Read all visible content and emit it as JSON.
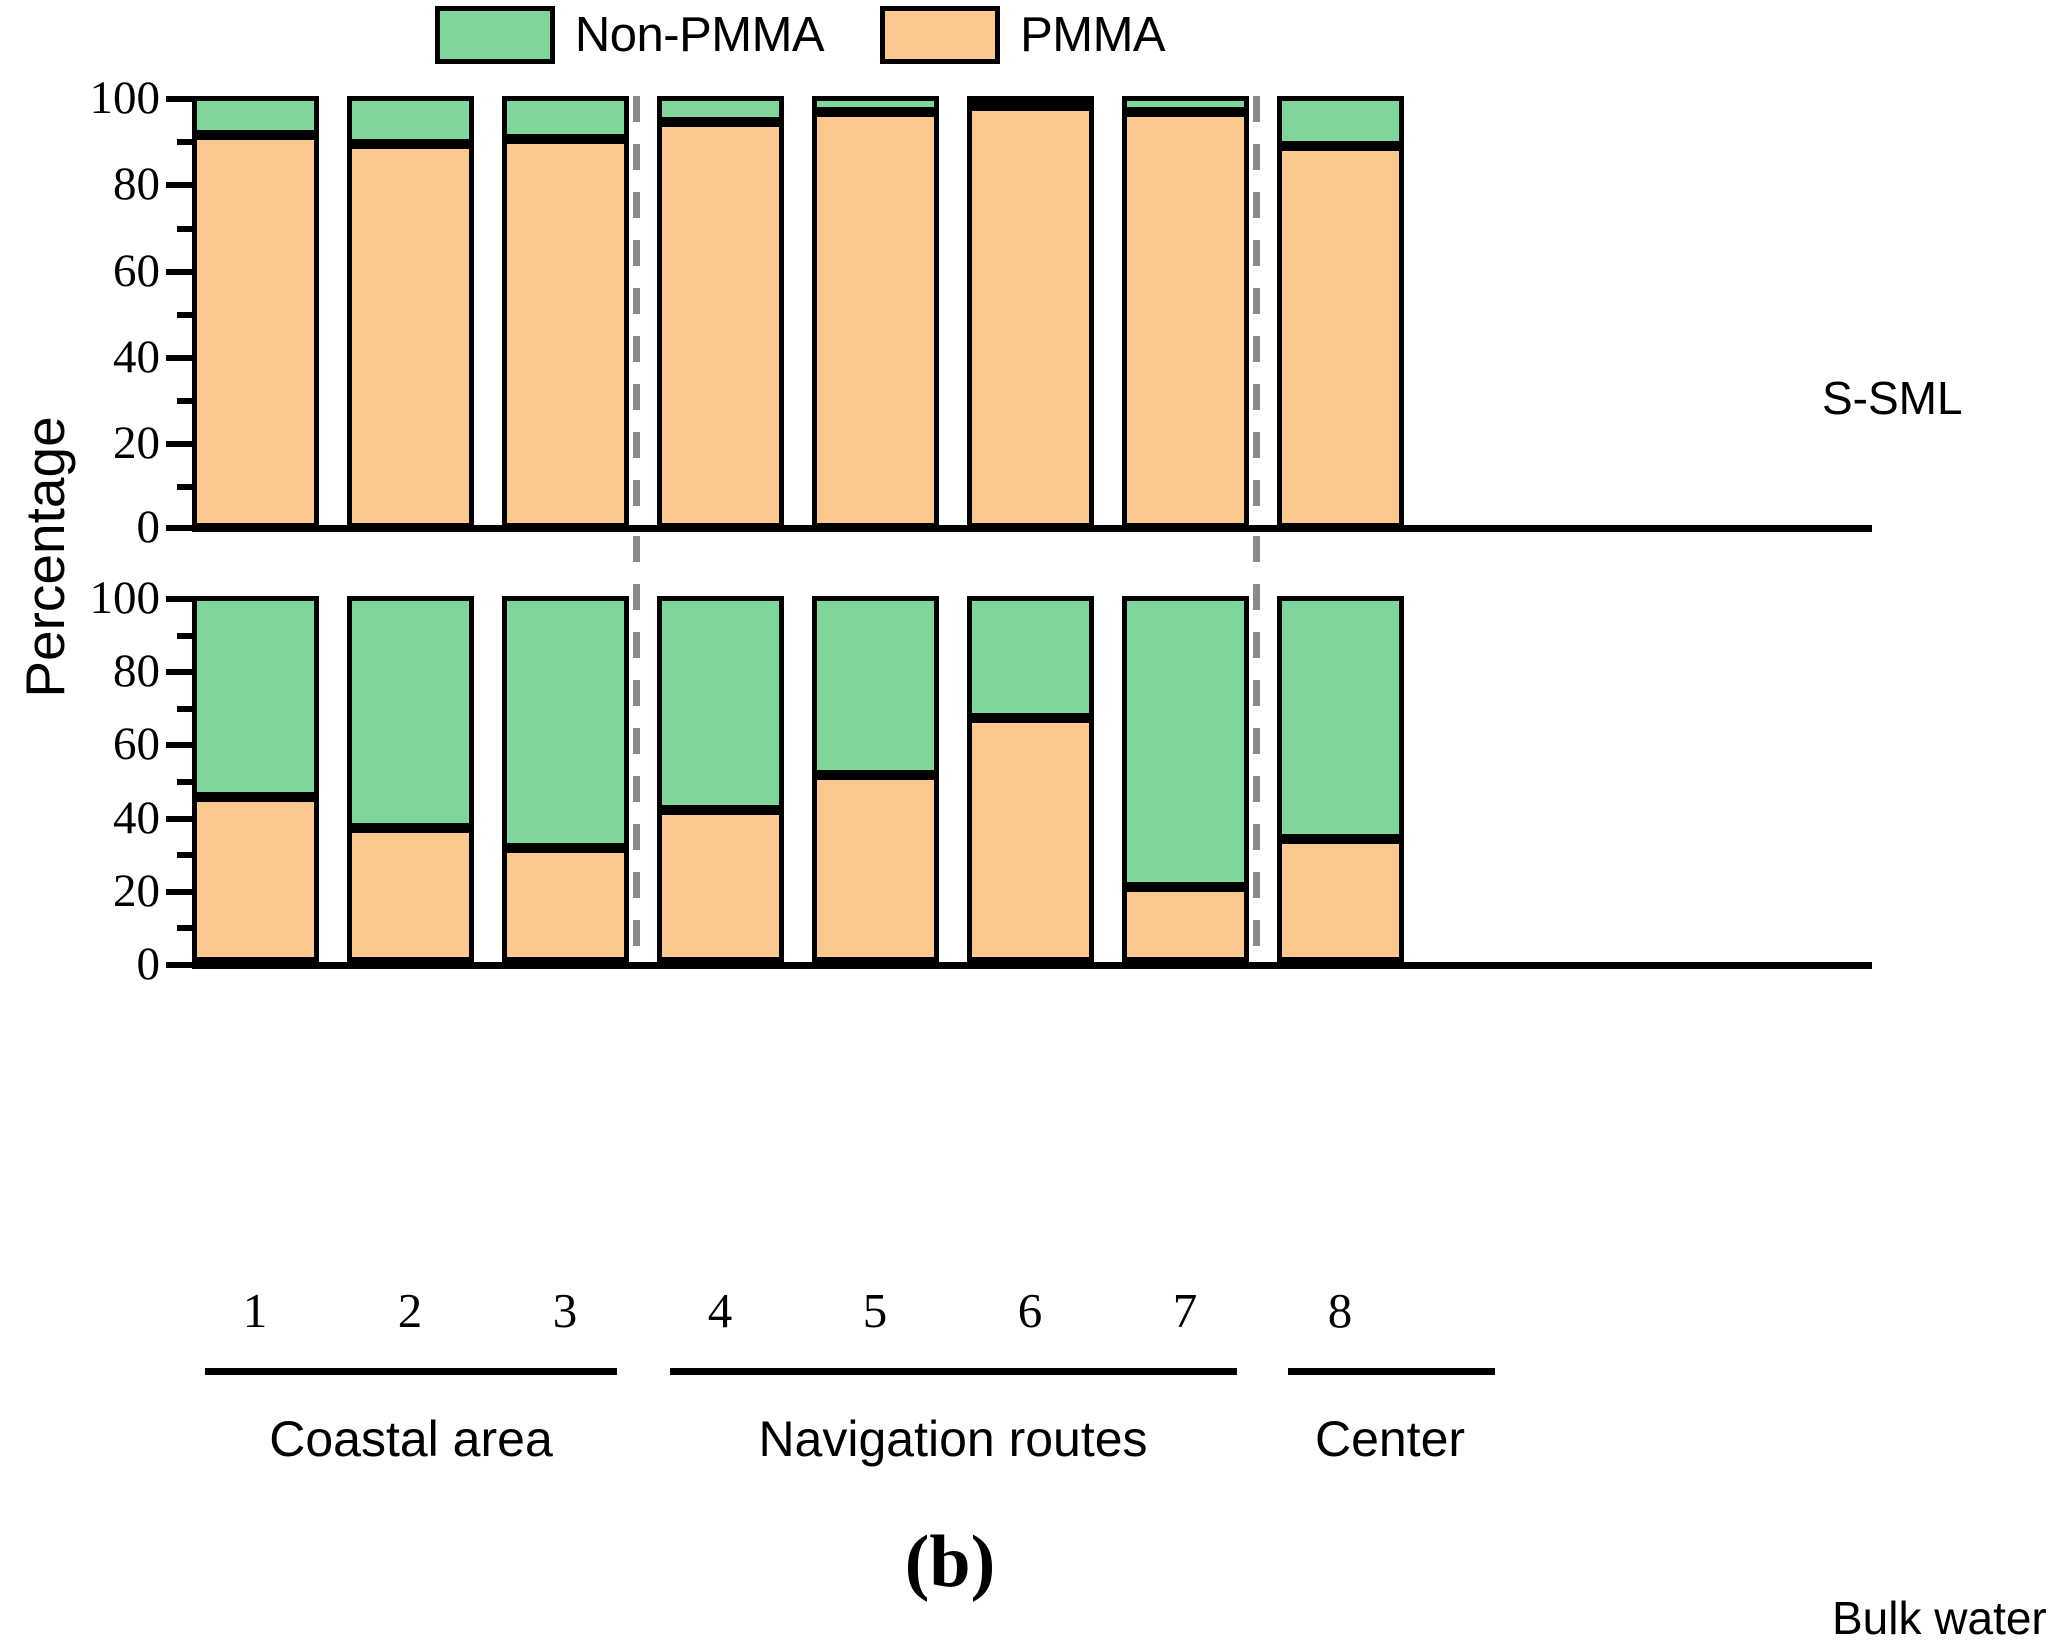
{
  "figure": {
    "caption": "(b)",
    "ylabel": "Percentage",
    "panel_labels": {
      "top": "S-SML",
      "bottom": "Bulk water"
    }
  },
  "legend": {
    "position": "top-center",
    "entries": [
      {
        "label": "Non-PMMA",
        "color": "#7FD69A"
      },
      {
        "label": "PMMA",
        "color": "#FBC88D"
      }
    ]
  },
  "axis": {
    "y_ticks": [
      0,
      20,
      40,
      60,
      80,
      100
    ],
    "y_tick_labels": [
      "0",
      "20",
      "40",
      "60",
      "80",
      "100"
    ],
    "ylim": [
      0,
      100
    ],
    "minor_ticks_between": 1
  },
  "x_categories": [
    "1",
    "2",
    "3",
    "4",
    "5",
    "6",
    "7",
    "8"
  ],
  "x_groups": [
    {
      "label": "Coastal area",
      "members": [
        "1",
        "2",
        "3"
      ]
    },
    {
      "label": "Navigation routes",
      "members": [
        "4",
        "5",
        "6",
        "7"
      ]
    },
    {
      "label": "Center",
      "members": [
        "8"
      ]
    }
  ],
  "chart_data": [
    {
      "type": "bar",
      "title": "S-SML",
      "subtitle": "",
      "stacked": true,
      "xlabel": "",
      "ylabel": "Percentage",
      "ylim": [
        0,
        100
      ],
      "grid": false,
      "legend_position": "top-center",
      "categories": [
        "1",
        "2",
        "3",
        "4",
        "5",
        "6",
        "7",
        "8"
      ],
      "series": [
        {
          "name": "PMMA",
          "color": "#FBC88D",
          "values": [
            91,
            89,
            90,
            94,
            96.5,
            98,
            96.5,
            88.5
          ]
        },
        {
          "name": "Non-PMMA",
          "color": "#7FD69A",
          "values": [
            9,
            11,
            10,
            6,
            3.5,
            2,
            3.5,
            11.5
          ]
        }
      ]
    },
    {
      "type": "bar",
      "title": "Bulk water",
      "subtitle": "",
      "stacked": true,
      "xlabel": "",
      "ylabel": "Percentage",
      "ylim": [
        0,
        100
      ],
      "grid": false,
      "legend_position": "top-center",
      "categories": [
        "1",
        "2",
        "3",
        "4",
        "5",
        "6",
        "7",
        "8"
      ],
      "series": [
        {
          "name": "PMMA",
          "color": "#FBC88D",
          "values": [
            45,
            36.7,
            31,
            41.5,
            51,
            66.6,
            20.5,
            33.5
          ]
        },
        {
          "name": "Non-PMMA",
          "color": "#7FD69A",
          "values": [
            55,
            63.3,
            69,
            58.5,
            49,
            33.4,
            79.5,
            66.5
          ]
        }
      ]
    }
  ],
  "dividers": {
    "note": "dashed vertical separators between category groups",
    "color": "#8a8a8a",
    "count": 2
  }
}
